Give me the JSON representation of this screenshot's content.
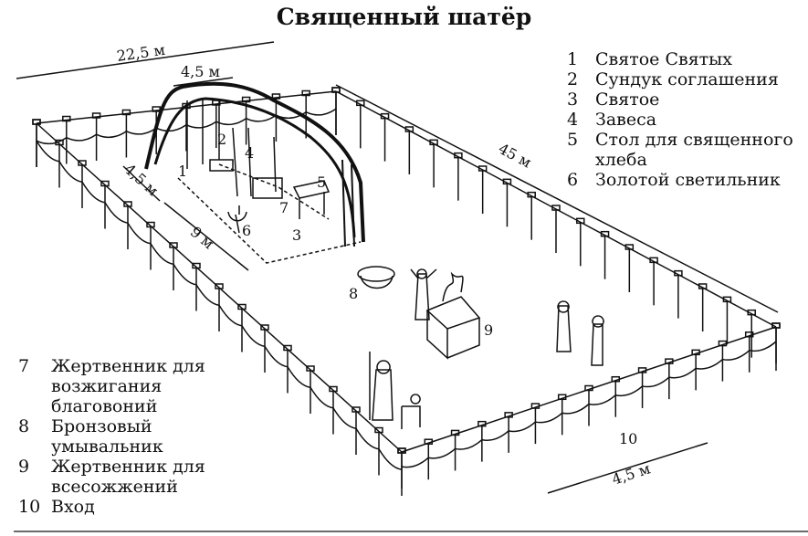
{
  "title": "Священный шатёр",
  "legend_top": [
    {
      "num": "1",
      "label": "Святое Святых"
    },
    {
      "num": "2",
      "label": "Сундук соглашения"
    },
    {
      "num": "3",
      "label": "Святое"
    },
    {
      "num": "4",
      "label": "Завеса"
    },
    {
      "num": "5",
      "label": "Стол для священного хлеба"
    },
    {
      "num": "6",
      "label": "Золотой светильник"
    }
  ],
  "legend_bottom": [
    {
      "num": "7",
      "label": "Жертвенник для возжигания благовоний"
    },
    {
      "num": "8",
      "label": "Бронзовый умывальник"
    },
    {
      "num": "9",
      "label": "Жертвенник для всесожжений"
    },
    {
      "num": "10",
      "label": "Вход"
    }
  ],
  "dimensions": {
    "court_width": "22,5 м",
    "court_length": "45 м",
    "tent_width": "4,5 м",
    "holy_of_holies_depth": "4,5 м",
    "holy_depth": "9 м",
    "entrance_width": "4,5 м"
  },
  "markers": [
    "1",
    "2",
    "3",
    "4",
    "5",
    "6",
    "7",
    "8",
    "9",
    "10"
  ]
}
